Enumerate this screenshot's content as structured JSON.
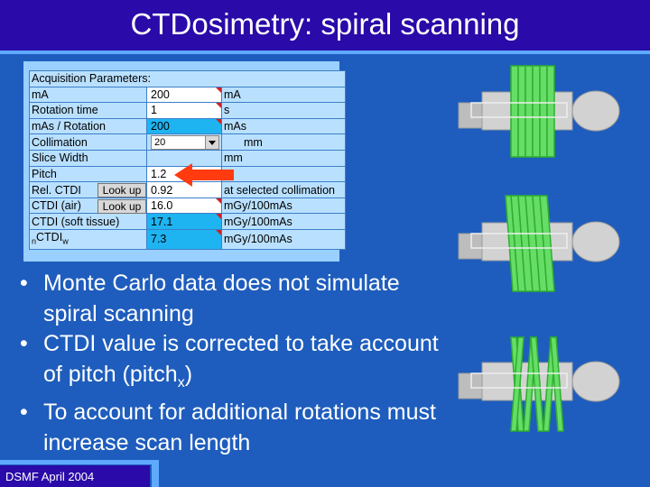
{
  "title": "CTDosimetry: spiral scanning",
  "acquisition": {
    "header": "Acquisition Parameters:",
    "rows": [
      {
        "label": "mA",
        "value": "200",
        "unit": "mA"
      },
      {
        "label": "Rotation time",
        "value": "1",
        "unit": "s"
      },
      {
        "label": "mAs / Rotation",
        "value": "200",
        "unit": "mAs"
      },
      {
        "label": "Collimation",
        "value": "20",
        "unit": "mm"
      },
      {
        "label": "Slice Width",
        "value": "",
        "unit": "mm"
      },
      {
        "label": "Pitch",
        "value": "1.2",
        "unit": ""
      },
      {
        "label": "Rel. CTDI",
        "button": "Look up",
        "value": "0.92",
        "unit": "at selected collimation"
      },
      {
        "label": "CTDI (air)",
        "button": "Look up",
        "value": "16.0",
        "unit": "mGy/100mAs"
      },
      {
        "label": "CTDI (soft tissue)",
        "value": "17.1",
        "unit": "mGy/100mAs"
      },
      {
        "label_main": "CTDI",
        "label_sub_left": "n",
        "label_sub_right": "w",
        "value": "7.3",
        "unit": "mGy/100mAs"
      }
    ]
  },
  "bullets": [
    {
      "text": "Monte Carlo data does not simulate spiral scanning"
    },
    {
      "text": "CTDI value is corrected to take account of pitch (pitch",
      "sub": "x",
      "tail": ")"
    },
    {
      "text": "To account for additional rotations must increase scan length"
    }
  ],
  "footer": "DSMF April 2004",
  "colors": {
    "background": "#1e5dbd",
    "title_bar": "#2a0aa8",
    "accent": "#5fa9ff",
    "arrow": "#ff3b0f",
    "scan_green": "#44d044"
  }
}
